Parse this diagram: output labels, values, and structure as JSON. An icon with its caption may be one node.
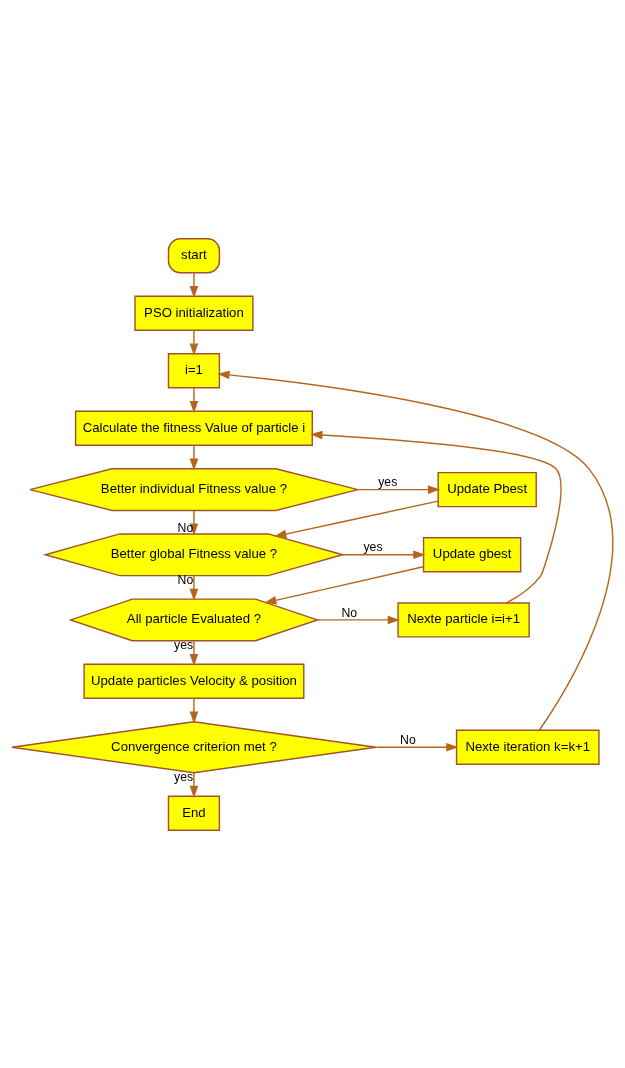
{
  "diagram": {
    "nodes": [
      {
        "text": [
          "start"
        ]
      },
      {
        "text": [
          "PSO initialization"
        ]
      },
      {
        "text": [
          "i=1"
        ]
      },
      {
        "text": [
          "Calculate the fitness Value of particle i"
        ]
      },
      {
        "text": [
          "Better individual Fitness value ?"
        ]
      },
      {
        "text": [
          "Update Pbest"
        ]
      },
      {
        "text": [
          "Better global Fitness value ?"
        ]
      },
      {
        "text": [
          "Update gbest"
        ]
      },
      {
        "text": [
          "All particle Evaluated ?"
        ]
      },
      {
        "text": [
          "Nexte particle i=i+1"
        ]
      },
      {
        "text": [
          "Update particles Velocity & position"
        ]
      },
      {
        "text": [
          "Convergence criterion met ?"
        ]
      },
      {
        "text": [
          "Nexte iteration k=k+1"
        ]
      },
      {
        "text": [
          "End"
        ]
      }
    ],
    "edges": [
      {
        "from": 0,
        "to": 1,
        "arrow": "to"
      },
      {
        "from": 1,
        "to": 2,
        "arrow": "to"
      },
      {
        "from": 2,
        "to": 3,
        "arrow": "to"
      },
      {
        "from": 3,
        "to": 4,
        "arrow": "to"
      },
      {
        "from": 4,
        "to": 5,
        "arrow": "to",
        "label": "yes"
      },
      {
        "from": 5,
        "to": 6,
        "arrow": "to"
      },
      {
        "from": 4,
        "to": 6,
        "arrow": "to",
        "label": "No"
      },
      {
        "from": 6,
        "to": 7,
        "arrow": "to",
        "label": "yes"
      },
      {
        "from": 7,
        "to": 8,
        "arrow": "to"
      },
      {
        "from": 6,
        "to": 8,
        "arrow": "to",
        "label": "No"
      },
      {
        "from": 8,
        "to": 9,
        "arrow": "to",
        "label": "No"
      },
      {
        "from": 9,
        "to": 3,
        "arrow": "to"
      },
      {
        "from": 8,
        "to": 10,
        "arrow": "to",
        "label": "yes"
      },
      {
        "from": 10,
        "to": 11,
        "arrow": "to"
      },
      {
        "from": 11,
        "to": 12,
        "arrow": "to",
        "label": "No"
      },
      {
        "from": 12,
        "to": 2,
        "arrow": "to"
      },
      {
        "from": 11,
        "to": 13,
        "arrow": "to",
        "label": "yes"
      }
    ]
  }
}
